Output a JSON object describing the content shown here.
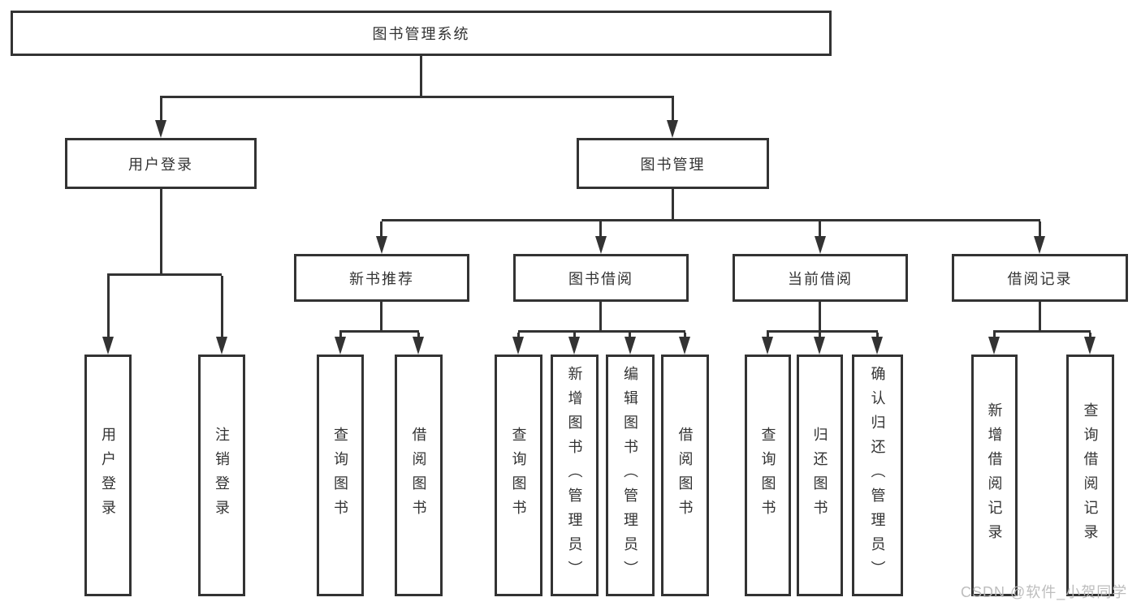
{
  "diagram_type": "hierarchy-tree",
  "colors": {
    "line": "#333333",
    "text": "#333333",
    "background": "#ffffff",
    "watermark": "#b9b9b9"
  },
  "tree": {
    "label": "图书管理系统",
    "children": [
      {
        "label": "用户登录",
        "children": [
          {
            "label": "用户登录"
          },
          {
            "label": "注销登录"
          }
        ]
      },
      {
        "label": "图书管理",
        "children": [
          {
            "label": "新书推荐",
            "children": [
              {
                "label": "查询图书"
              },
              {
                "label": "借阅图书"
              }
            ]
          },
          {
            "label": "图书借阅",
            "children": [
              {
                "label": "查询图书"
              },
              {
                "label": "新增图书（管理员）"
              },
              {
                "label": "编辑图书（管理员）"
              },
              {
                "label": "借阅图书"
              }
            ]
          },
          {
            "label": "当前借阅",
            "children": [
              {
                "label": "查询图书"
              },
              {
                "label": "归还图书"
              },
              {
                "label": "确认归还（管理员）"
              }
            ]
          },
          {
            "label": "借阅记录",
            "children": [
              {
                "label": "新增借阅记录"
              },
              {
                "label": "查询借阅记录"
              }
            ]
          }
        ]
      }
    ]
  },
  "watermark": {
    "text": "CSDN @软件_小贺同学"
  }
}
